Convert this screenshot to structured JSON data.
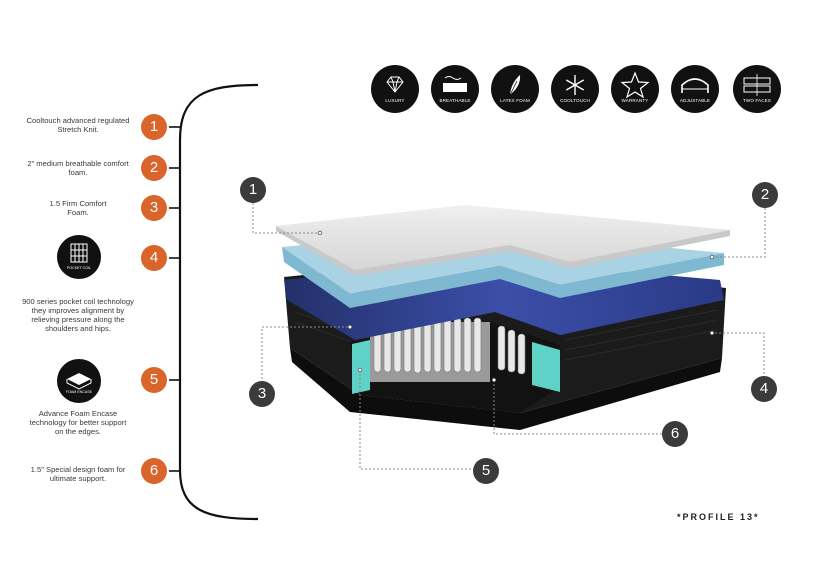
{
  "layers": [
    {
      "number": "1",
      "description": "Cooltouch advanced regulated Stretch Knit."
    },
    {
      "number": "2",
      "description": "2\" medium breathable comfort foam."
    },
    {
      "number": "3",
      "description": "1.5 Firm Comfort Foam."
    },
    {
      "number": "4",
      "description": "900 series pocket coil technology they improves alignment by relieving pressure along the shoulders and hips."
    },
    {
      "number": "5",
      "description": "Advance Foam Encase technology for better support on the edges."
    },
    {
      "number": "6",
      "description": "1.5\" Special design foam for ultimate support."
    }
  ],
  "layer_icons": {
    "pocket_coil": {
      "icon": "pocket-coil-icon",
      "label": "POCKET COIL"
    },
    "foam_encase": {
      "icon": "foam-encase-icon",
      "label": "FOAM ENCASE"
    }
  },
  "features": [
    {
      "label": "LUXURY",
      "icon": "diamond-icon"
    },
    {
      "label": "BREATHABLE",
      "icon": "breathable-icon"
    },
    {
      "label": "LATEX FOAM",
      "icon": "feather-icon"
    },
    {
      "label": "COOLTOUCH",
      "icon": "snowflake-icon"
    },
    {
      "label": "WARRANTY",
      "icon": "warranty-star-icon"
    },
    {
      "label": "ADJUSTABLE",
      "icon": "adjustable-bed-icon"
    },
    {
      "label": "TWO FACES",
      "icon": "two-faces-icon"
    }
  ],
  "callouts": [
    "1",
    "2",
    "3",
    "4",
    "5",
    "6"
  ],
  "profile_label": "*PROFILE 13*",
  "colors": {
    "accent": "#d9652a",
    "icon_bg": "#111111",
    "callout": "#3b3b3b"
  }
}
